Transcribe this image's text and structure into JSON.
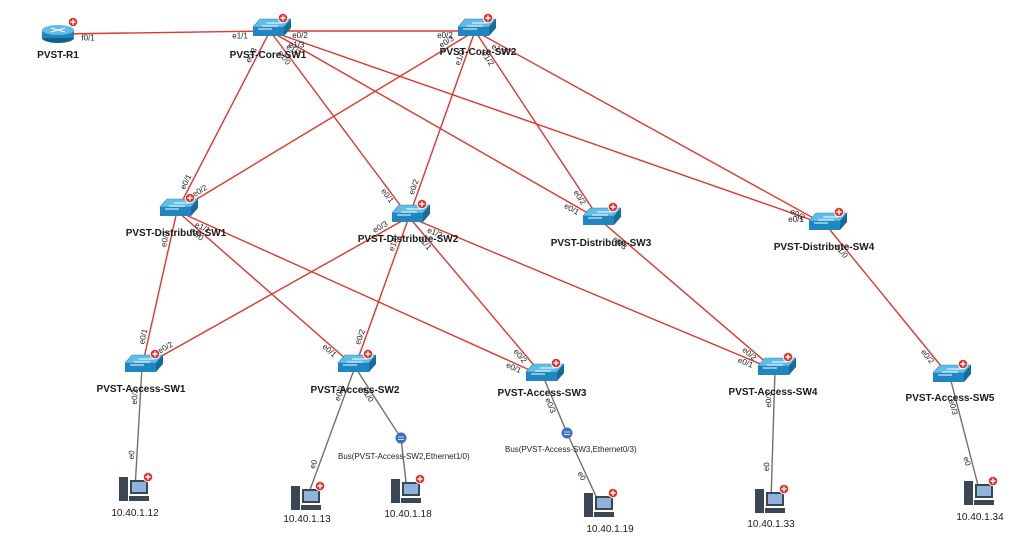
{
  "colors": {
    "link_red": "#e0362c",
    "link_gray": "#707070",
    "switch_top": "#5fbde6",
    "switch_side": "#1f86bf",
    "router_body": "#1f86bf",
    "badge_red": "#d9332b",
    "host_dark": "#3b4654",
    "host_screen": "#8fb3d9",
    "bus_blue": "#3c6fc4"
  },
  "nodes": {
    "r1": {
      "label": "PVST-R1",
      "icon": "router-icon"
    },
    "core1": {
      "label": "PVST-Core-SW1",
      "icon": "switch-icon"
    },
    "core2": {
      "label": "PVST-Core-SW2",
      "icon": "switch-icon"
    },
    "dist1": {
      "label": "PVST-Distribute-SW1",
      "icon": "switch-icon"
    },
    "dist2": {
      "label": "PVST-Distribute-SW2",
      "icon": "switch-icon"
    },
    "dist3": {
      "label": "PVST-Distribute-SW3",
      "icon": "switch-icon"
    },
    "dist4": {
      "label": "PVST-Distribute-SW4",
      "icon": "switch-icon"
    },
    "acc1": {
      "label": "PVST-Access-SW1",
      "icon": "switch-icon"
    },
    "acc2": {
      "label": "PVST-Access-SW2",
      "icon": "switch-icon"
    },
    "acc3": {
      "label": "PVST-Access-SW3",
      "icon": "switch-icon"
    },
    "acc4": {
      "label": "PVST-Access-SW4",
      "icon": "switch-icon"
    },
    "acc5": {
      "label": "PVST-Access-SW5",
      "icon": "switch-icon"
    },
    "h12": {
      "label": "10.40.1.12",
      "icon": "server-icon"
    },
    "h13": {
      "label": "10.40.1.13",
      "icon": "server-icon"
    },
    "h18": {
      "label": "10.40.1.18",
      "icon": "server-icon"
    },
    "h19": {
      "label": "10.40.1.19",
      "icon": "server-icon"
    },
    "h33": {
      "label": "10.40.1.33",
      "icon": "server-icon"
    },
    "h34": {
      "label": "10.40.1.34",
      "icon": "server-icon"
    },
    "bus2": {
      "label": "Bus(PVST-Access-SW2,Ethernet1/0)",
      "icon": "bus-icon"
    },
    "bus3": {
      "label": "Bus(PVST-Access-SW3,Ethernet0/3)",
      "icon": "bus-icon"
    }
  },
  "links": [
    {
      "a": "r1",
      "b": "core1",
      "pa": "f0/1",
      "pb": "e1/1"
    },
    {
      "a": "core1",
      "b": "core2",
      "pa": "e0/2",
      "pb": "e0/2"
    },
    {
      "a": "core1",
      "b": "dist1",
      "pa": "e0/3",
      "pb": "e0/1"
    },
    {
      "a": "core1",
      "b": "dist2",
      "pa": "e1/0",
      "pb": "e0/1"
    },
    {
      "a": "core1",
      "b": "dist3",
      "pa": "e1/2",
      "pb": "e0/1"
    },
    {
      "a": "core1",
      "b": "dist4",
      "pa": "e1/3",
      "pb": "e0/1"
    },
    {
      "a": "core2",
      "b": "dist1",
      "pa": "e0/3",
      "pb": "e0/2"
    },
    {
      "a": "core2",
      "b": "dist2",
      "pa": "e1/0",
      "pb": "e0/2"
    },
    {
      "a": "core2",
      "b": "dist3",
      "pa": "e1/2",
      "pb": "e0/2"
    },
    {
      "a": "core2",
      "b": "dist4",
      "pa": "e1/3",
      "pb": "e0/2"
    },
    {
      "a": "dist1",
      "b": "acc1",
      "pa": "e0/3",
      "pb": "e0/1"
    },
    {
      "a": "dist1",
      "b": "acc2",
      "pa": "e1/0",
      "pb": "e0/1"
    },
    {
      "a": "dist1",
      "b": "acc3",
      "pa": "e1/1",
      "pb": "e0/1"
    },
    {
      "a": "dist2",
      "b": "acc1",
      "pa": "e0/3",
      "pb": "e0/2"
    },
    {
      "a": "dist2",
      "b": "acc2",
      "pa": "e1/0",
      "pb": "e0/2"
    },
    {
      "a": "dist2",
      "b": "acc3",
      "pa": "e1/1",
      "pb": "e0/2"
    },
    {
      "a": "dist2",
      "b": "acc4",
      "pa": "e1/2",
      "pb": "e0/1"
    },
    {
      "a": "dist3",
      "b": "acc4",
      "pa": "e0/3",
      "pb": "e0/2"
    },
    {
      "a": "dist4",
      "b": "acc5",
      "pa": "e1/0",
      "pb": "e0/2"
    },
    {
      "a": "acc1",
      "b": "h12",
      "pa": "e0/3",
      "pb": "e0",
      "gray": true
    },
    {
      "a": "acc2",
      "b": "h13",
      "pa": "e0/3",
      "pb": "e0",
      "gray": true
    },
    {
      "a": "acc2",
      "b": "bus2",
      "pa": "e1/0",
      "pb": "",
      "gray": true
    },
    {
      "a": "bus2",
      "b": "h18",
      "pa": "",
      "pb": "",
      "gray": true
    },
    {
      "a": "acc3",
      "b": "bus3",
      "pa": "e0/3",
      "pb": "",
      "gray": true
    },
    {
      "a": "bus3",
      "b": "h19",
      "pa": "",
      "pb": "e0",
      "gray": true
    },
    {
      "a": "acc4",
      "b": "h33",
      "pa": "e0/3",
      "pb": "e0",
      "gray": true
    },
    {
      "a": "acc5",
      "b": "h34",
      "pa": "e0/3",
      "pb": "e0",
      "gray": true
    }
  ]
}
